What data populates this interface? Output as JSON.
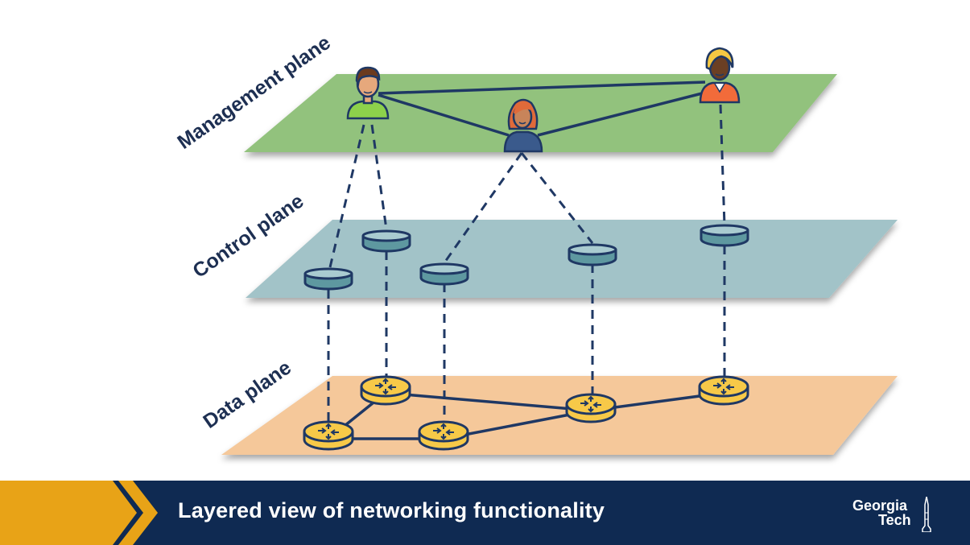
{
  "slide": {
    "title": "Layered view of networking functionality",
    "logo": {
      "line1": "Georgia",
      "line2": "Tech"
    }
  },
  "planes": {
    "management": {
      "label": "Management plane",
      "color": "#92c27d"
    },
    "control": {
      "label": "Control plane",
      "color": "#a2c3c8"
    },
    "data": {
      "label": "Data plane",
      "color": "#f5c89a"
    }
  },
  "colors": {
    "link": "#1f3864",
    "router": "#f7c948",
    "controller": "#5e98a0",
    "footer_bg": "#0f2a52",
    "footer_accent": "#e8a317"
  },
  "icons": [
    "person-icon",
    "controller-icon",
    "router-icon",
    "chevron-icon",
    "georgia-tech-logo"
  ]
}
